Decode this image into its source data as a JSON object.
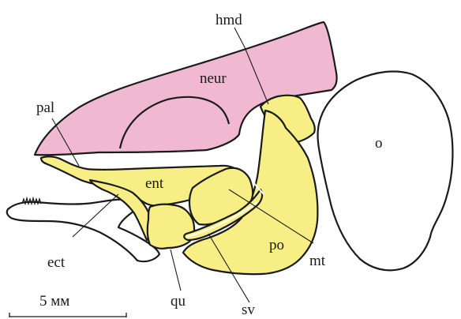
{
  "labels": {
    "hmd": "hmd",
    "neur": "neur",
    "pal": "pal",
    "o": "o",
    "ent": "ent",
    "po": "po",
    "ect": "ect",
    "mt": "mt",
    "qu": "qu",
    "sv": "sv"
  },
  "scale_bar": {
    "label": "5 мм"
  },
  "colors": {
    "neurocranium_fill": "#f1b8d2",
    "yellow_bone_fill": "#f7ef86",
    "outline": "#1a1a1a",
    "unfilled": "#ffffff"
  }
}
